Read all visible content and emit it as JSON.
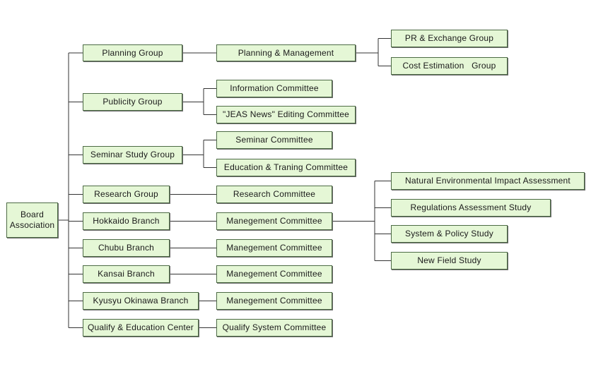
{
  "colors": {
    "node_fill": "#e5f7d6",
    "node_border": "#4d6b45",
    "line": "#333333"
  },
  "root": {
    "label": "Board\nAssociation"
  },
  "groups": [
    {
      "label": "Planning Group"
    },
    {
      "label": "Publicity Group"
    },
    {
      "label": "Seminar Study Group"
    },
    {
      "label": "Research Group"
    },
    {
      "label": "Hokkaido Branch"
    },
    {
      "label": "Chubu Branch"
    },
    {
      "label": "Kansai Branch"
    },
    {
      "label": "Kyusyu Okinawa Branch"
    },
    {
      "label": "Qualify & Education Center"
    }
  ],
  "committees": [
    {
      "label": "Planning & Management"
    },
    {
      "label": "Information Committee"
    },
    {
      "label": "\"JEAS News\" Editing Committee"
    },
    {
      "label": "Seminar Committee"
    },
    {
      "label": "Education & Traning Committee"
    },
    {
      "label": "Research Committee"
    },
    {
      "label": "Manegement Committee"
    },
    {
      "label": "Manegement Committee"
    },
    {
      "label": "Manegement Committee"
    },
    {
      "label": "Manegement Committee"
    },
    {
      "label": "Qualify System Committee"
    }
  ],
  "subgroups": [
    {
      "label": "PR & Exchange Group"
    },
    {
      "label": "Cost Estimation   Group"
    },
    {
      "label": "Natural Environmental Impact Assessment"
    },
    {
      "label": "Regulations Assessment Study"
    },
    {
      "label": "System & Policy Study"
    },
    {
      "label": "New Field Study"
    }
  ]
}
